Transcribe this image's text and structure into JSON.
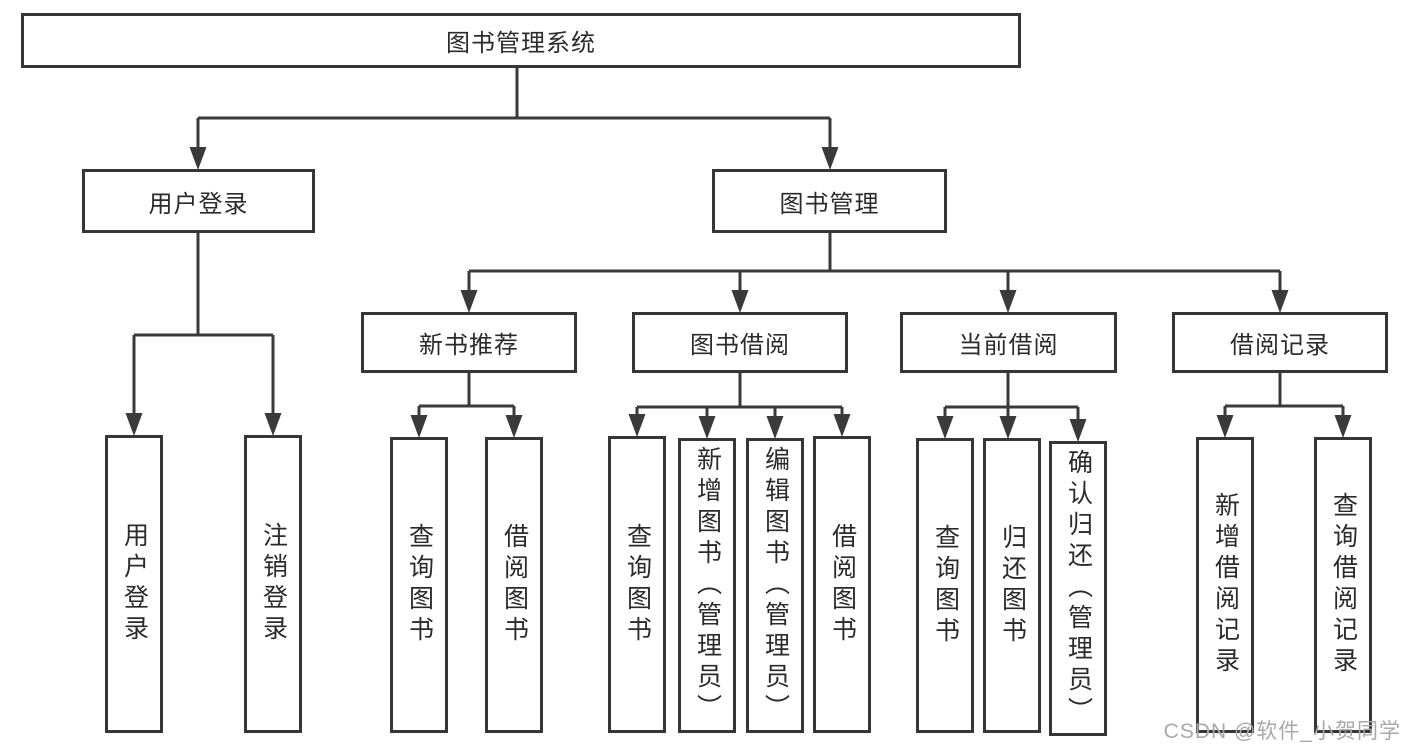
{
  "diagram_type": "hierarchy",
  "colors": {
    "line": "#3a3a3a",
    "box_border": "#363636",
    "text": "#2b2b2b",
    "watermark": "#a9a9a9",
    "background": "#ffffff"
  },
  "tree": {
    "root": {
      "label": "图书管理系统"
    },
    "branches": [
      {
        "label": "用户登录",
        "children": [
          {
            "label": "用户登录"
          },
          {
            "label": "注销登录"
          }
        ]
      },
      {
        "label": "图书管理",
        "children": [
          {
            "label": "新书推荐",
            "children": [
              {
                "label": "查询图书"
              },
              {
                "label": "借阅图书"
              }
            ]
          },
          {
            "label": "图书借阅",
            "children": [
              {
                "label": "查询图书"
              },
              {
                "label": "新增图书（管理员）"
              },
              {
                "label": "编辑图书（管理员）"
              },
              {
                "label": "借阅图书"
              }
            ]
          },
          {
            "label": "当前借阅",
            "children": [
              {
                "label": "查询图书"
              },
              {
                "label": "归还图书"
              },
              {
                "label": "确认归还（管理员）"
              }
            ]
          },
          {
            "label": "借阅记录",
            "children": [
              {
                "label": "新增借阅记录"
              },
              {
                "label": "查询借阅记录"
              }
            ]
          }
        ]
      }
    ]
  },
  "watermark": "CSDN @软件_小贺同学"
}
